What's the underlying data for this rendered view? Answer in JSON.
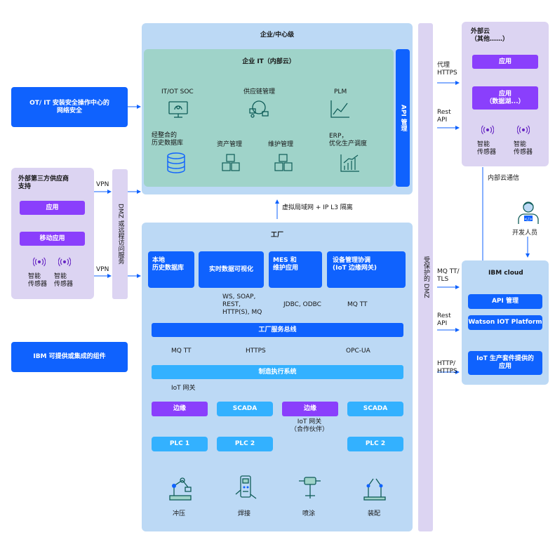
{
  "enterprise": {
    "title": "企业/中心级",
    "it_title": "企业 IT（内部云）",
    "api_mgmt": "API 管理",
    "items": {
      "itot_soc": "IT/OT SOC",
      "supply_chain": "供应链管理",
      "plm": "PLM",
      "historian": "经整合的\n历史数据库",
      "asset_mgmt": "资产管理",
      "maintenance": "维护管理",
      "erp": "ERP，\n优化生产调度"
    }
  },
  "left": {
    "otit_security": "OT/ IT 安装安全操作中心的\n网络安全",
    "third_party_title": "外部第三方供应商\n支持",
    "app": "应用",
    "mobile_app": "移动应用",
    "sensor1": "智能\n传感器",
    "sensor2": "智能\n传感器",
    "vpn1": "VPN",
    "vpn2": "VPN",
    "dmz_remote": "DMZ 或远程访问服务",
    "ibm_component": "IBM 可提供或集成的组件"
  },
  "vlan_label": "虚拟局域网 + IP L3 隔离",
  "factory": {
    "title": "工厂",
    "local_historian": "本地\n历史数据库",
    "realtime_viz": "实时数据可视化",
    "mes": "MES 和\n维护应用",
    "device_mgmt": "设备管理协调\n(IoT 边缘网关)",
    "proto1": "WS, SOAP,\nREST,\nHTTP(S), MQ",
    "proto2": "JDBC, ODBC",
    "proto3": "MQ TT",
    "service_bus": "工厂服务总线",
    "bus_mqtt": "MQ TT",
    "bus_https": "HTTPS",
    "bus_opcua": "OPC-UA",
    "mes_system": "制造执行系统",
    "iot_gateway": "IoT 网关",
    "edge1": "边缘",
    "scada1": "SCADA",
    "edge2": "边缘",
    "scada2": "SCADA",
    "partner_gateway": "IoT 网关\n（合作伙伴）",
    "plc1": "PLC 1",
    "plc2a": "PLC 2",
    "plc2b": "PLC 2",
    "stamping": "冲压",
    "welding": "焊接",
    "painting": "喷涂",
    "assembly": "装配"
  },
  "protected_dmz": "受保护的 DMZ",
  "right": {
    "proxy_https": "代理\nHTTPS",
    "rest_api1": "Rest\nAPI",
    "ext_cloud_title": "外部云\n（其他……）",
    "ext_app": "应用",
    "ext_app_datalake": "应用\n（数据湖...）",
    "sensor3": "智能\n传感器",
    "sensor4": "智能\n传感器",
    "internal_cloud_comm": "内部云通信",
    "developer": "开发人员",
    "mqtt_tls": "MQ TT/\nTLS",
    "rest_api2": "Rest\nAPI",
    "http_https": "HTTP/\nHTTPS",
    "ibm_cloud": "IBM cloud",
    "cloud_api_mgmt": "API 管理",
    "watson_iot": "Watson IOT Platform",
    "iot_suite_app": "IoT 生产套件提供的\n应用"
  },
  "colors": {
    "blue": "#0f62fe",
    "cyan": "#33b1ff",
    "purple": "#8a3ffc",
    "light_blue_bg": "#bcd9f5",
    "lavender_bg": "#dcd4f2",
    "teal_bg": "#9fd3c9"
  }
}
